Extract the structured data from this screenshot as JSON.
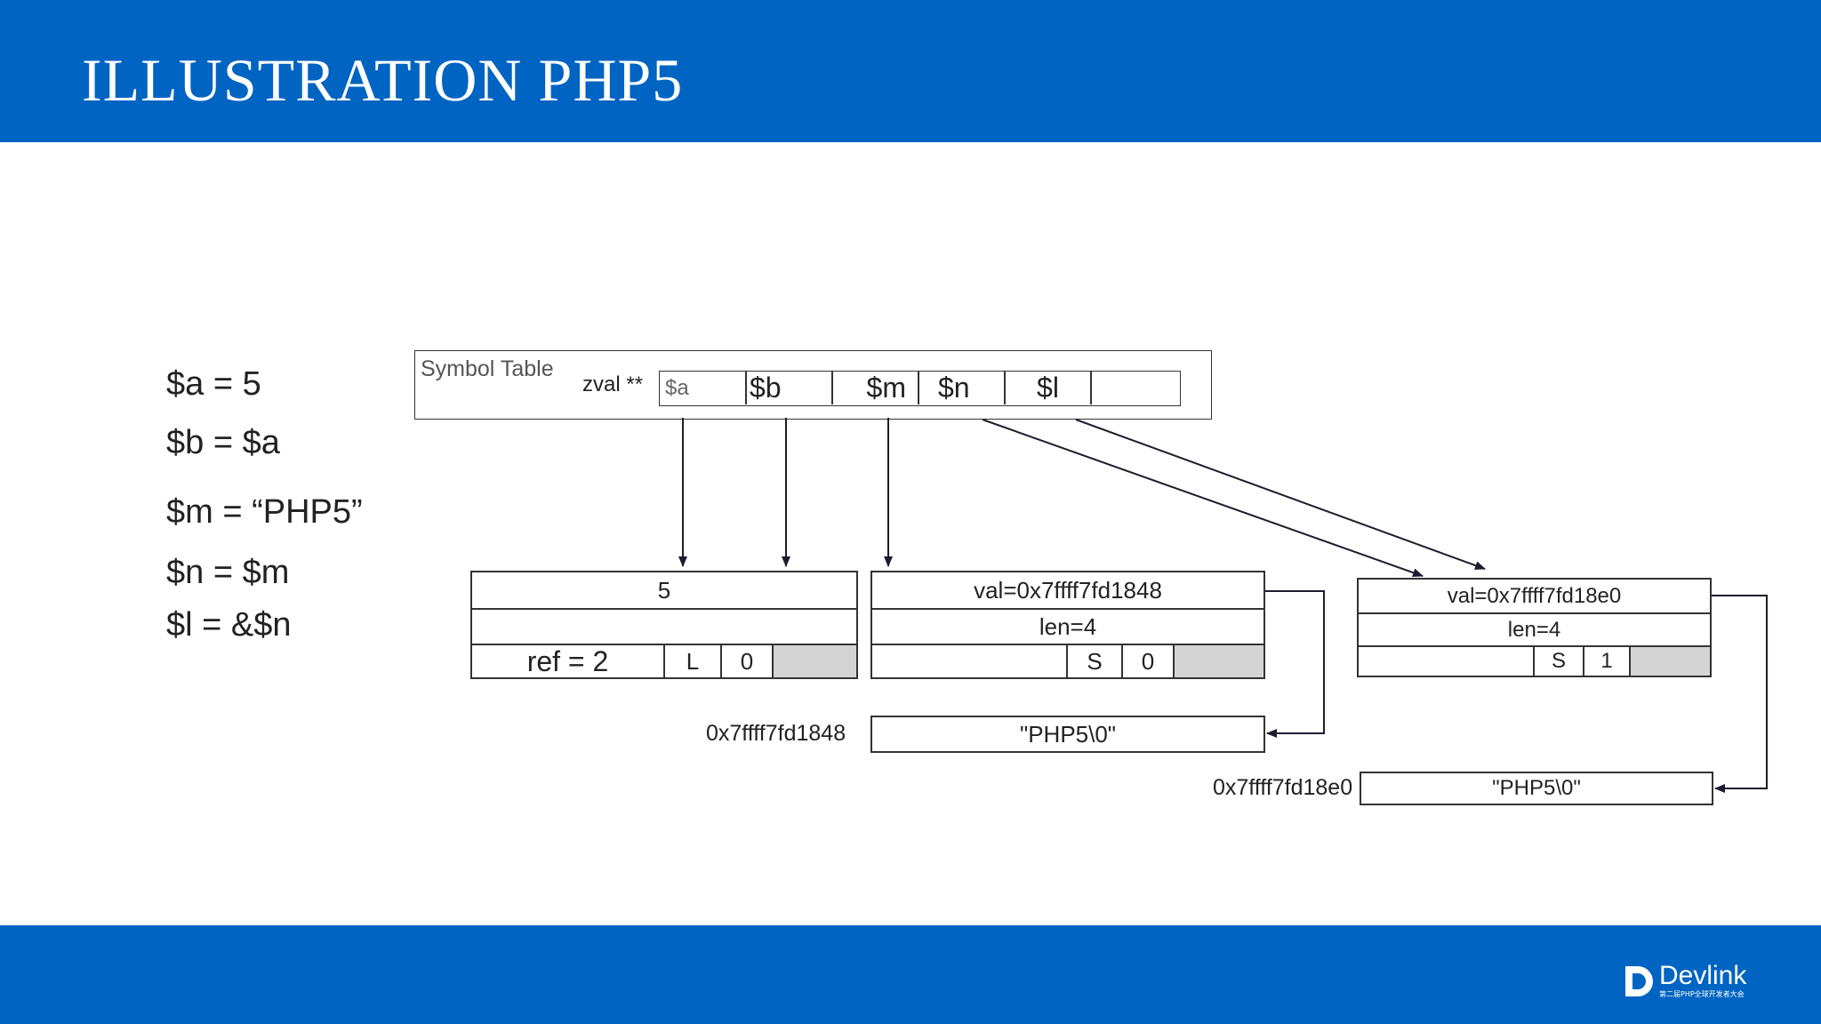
{
  "slide": {
    "title": "ILLUSTRATION PHP5"
  },
  "code": {
    "lines": [
      "$a = 5",
      "$b = $a",
      "$m = “PHP5”",
      "$n = $m",
      "$l = &$n"
    ]
  },
  "symbol_table": {
    "label": "Symbol Table",
    "zval_label": "zval **",
    "slots": [
      "$a",
      "$b",
      "$m",
      "$n",
      "$l",
      ""
    ]
  },
  "zval_int": {
    "value": "5",
    "middle": "",
    "refcount": "ref = 2",
    "flag": "L",
    "is_ref": "0"
  },
  "zval_str_m": {
    "val": "val=0x7ffff7fd1848",
    "len": "len=4",
    "flag": "S",
    "is_ref": "0"
  },
  "zval_str_n": {
    "val": "val=0x7ffff7fd18e0",
    "len": "len=4",
    "flag": "S",
    "is_ref": "1"
  },
  "buffer_m": {
    "address": "0x7ffff7fd1848",
    "content": "\"PHP5\\0\""
  },
  "buffer_n": {
    "address": "0x7ffff7fd18e0",
    "content": "\"PHP5\\0\""
  },
  "footer": {
    "logo_text": "Devlink",
    "logo_tagline": "第二届PHP全球开发者大会"
  },
  "colors": {
    "brand_blue": "#0064c2",
    "line": "#333333",
    "cell_gray": "#d4d4d4"
  }
}
